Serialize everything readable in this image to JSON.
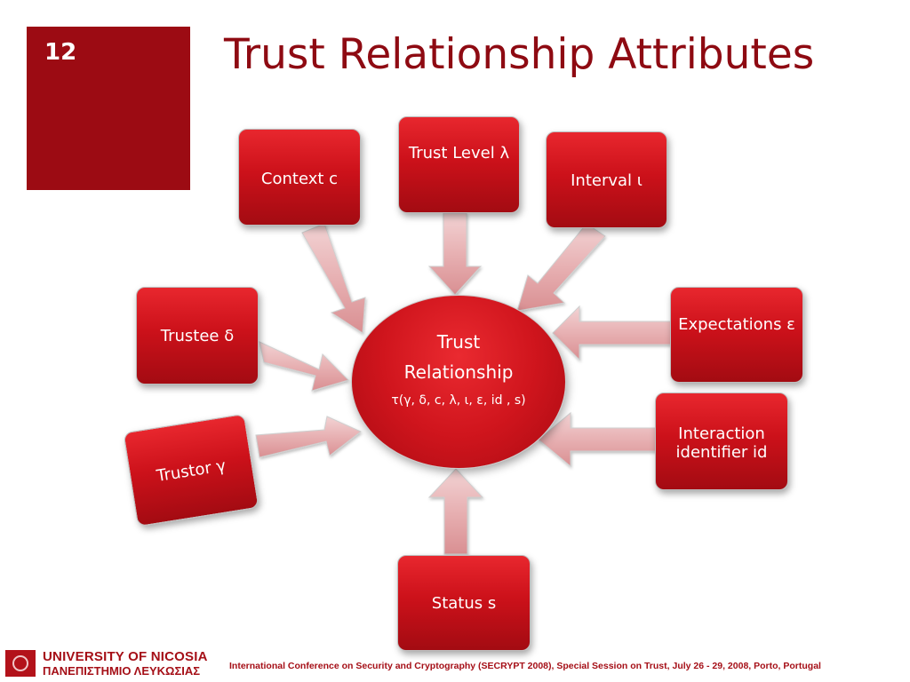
{
  "slide": {
    "number": "12",
    "title": "Trust Relationship Attributes"
  },
  "center": {
    "line1": "Trust",
    "line2": "Relationship",
    "formula": "τ(γ, δ, c, λ, ι, ε, id , s)"
  },
  "nodes": {
    "context": "Context c",
    "trust_level": "Trust Level λ",
    "interval": "Interval ι",
    "trustee": "Trustee δ",
    "expectations": "Expectations ε",
    "trustor": "Trustor γ",
    "interaction_line1": "Interaction",
    "interaction_line2": "identifier id",
    "status": "Status s"
  },
  "footer": {
    "logo_en": "UNIVERSITY OF NICOSIA",
    "logo_gr": "ΠΑΝΕΠΙΣΤΗΜΙΟ ΛΕΥΚΩΣΙΑΣ",
    "text": "International Conference on Security and Cryptography (SECRYPT 2008), Special Session on Trust, July 26 - 29, 2008, Porto, Portugal"
  },
  "colors": {
    "accent": "#9c0b13",
    "node_red": "#cc111a",
    "arrow_pink": "#e3a9ab"
  }
}
